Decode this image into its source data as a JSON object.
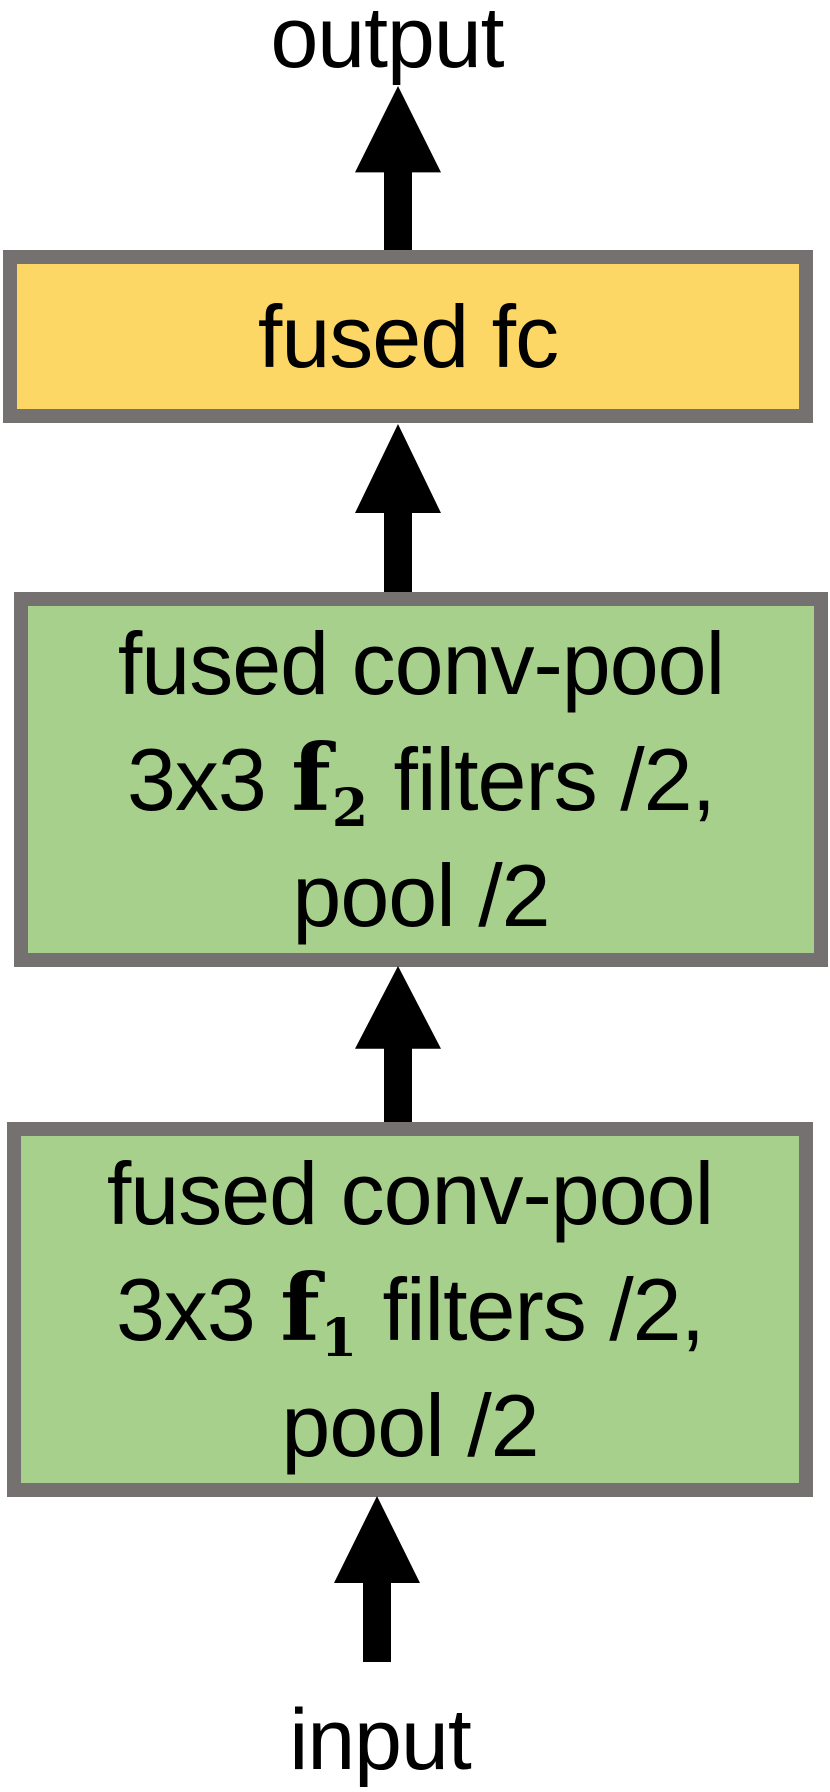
{
  "labels": {
    "output": "output",
    "input": "input"
  },
  "layers": {
    "fc": {
      "title": "fused fc"
    },
    "conv2": {
      "line1": "fused conv-pool",
      "line2_pre": "3x3 ",
      "symbol": "f",
      "subscript": "2",
      "line2_post": " filters /2,",
      "line3": "pool /2"
    },
    "conv1": {
      "line1": "fused conv-pool",
      "line2_pre": "3x3 ",
      "symbol": "f",
      "subscript": "1",
      "line2_post": " filters /2,",
      "line3": "pool /2"
    }
  },
  "arrows": {
    "direction": "up",
    "count": 4
  },
  "colors": {
    "fc_fill": "#FDD766",
    "conv_fill": "#A8D08D",
    "box_border": "#767171",
    "arrow": "#000000",
    "text": "#000000"
  }
}
